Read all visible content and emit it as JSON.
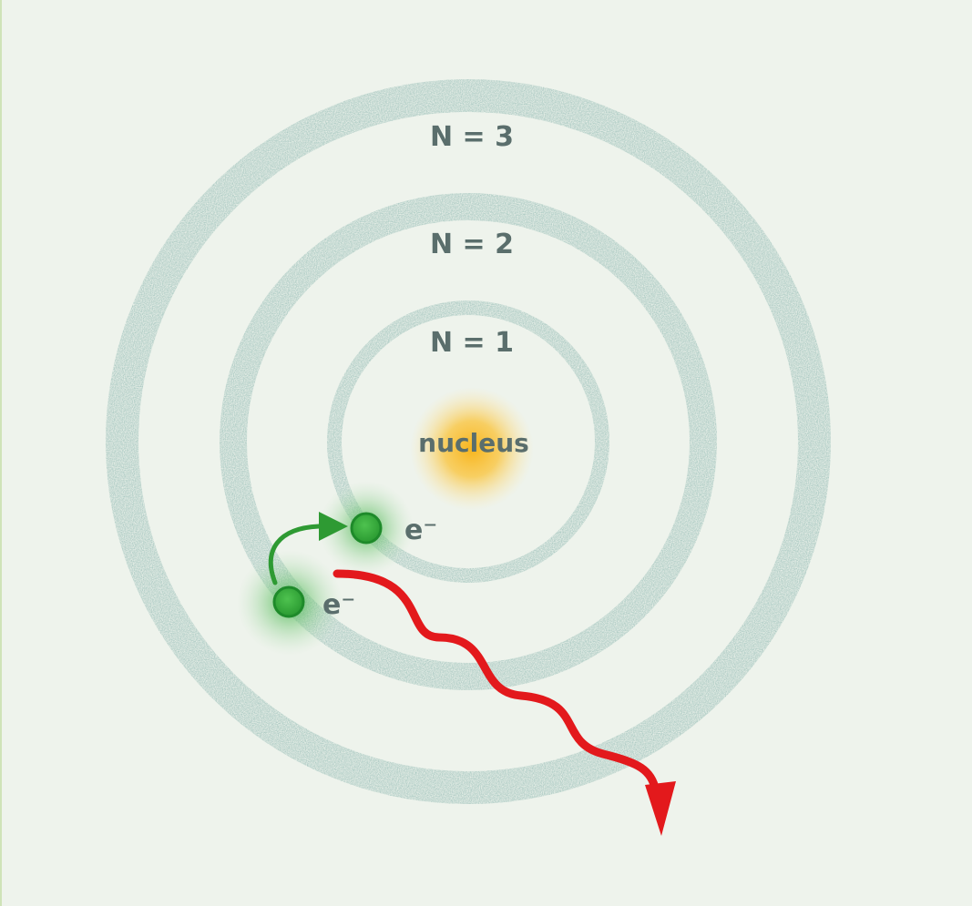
{
  "diagram": {
    "shells": [
      {
        "label": "N = 1"
      },
      {
        "label": "N = 2"
      },
      {
        "label": "N = 3"
      }
    ],
    "nucleus": {
      "label": "nucleus",
      "color": "#f6b21d"
    },
    "electrons": [
      {
        "label": "e⁻",
        "shell": "N = 1"
      },
      {
        "label": "e⁻",
        "shell": "N = 2"
      }
    ],
    "transition_arrow_color": "#2e9a33",
    "photon_arrow_color": "#e3191c",
    "shell_color": "#9fc2bb",
    "background_color": "#eef3ec"
  }
}
